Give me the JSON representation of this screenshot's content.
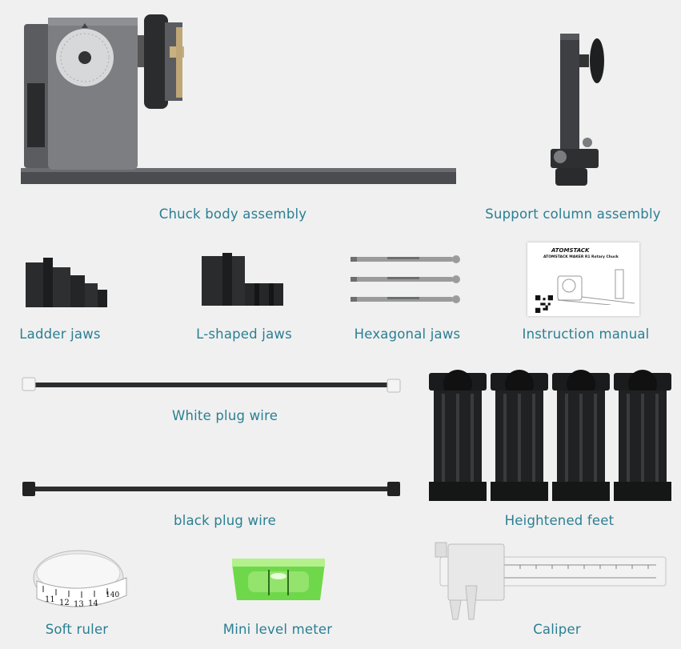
{
  "items": {
    "chuck_body": {
      "label": "Chuck body assembly"
    },
    "support_column": {
      "label": "Support column assembly"
    },
    "ladder_jaws": {
      "label": "Ladder jaws"
    },
    "l_jaws": {
      "label": "L-shaped jaws"
    },
    "hex_jaws": {
      "label": "Hexagonal jaws"
    },
    "manual": {
      "label": "Instruction manual",
      "brand": "ATOMSTACK",
      "subtitle": "ATOMSTACK MAKER R1 Rotary Chuck"
    },
    "white_wire": {
      "label": "White plug wire"
    },
    "black_wire": {
      "label": "black plug wire"
    },
    "feet": {
      "label": "Heightened feet"
    },
    "soft_ruler": {
      "label": "Soft ruler",
      "numbers": [
        "11",
        "12",
        "13",
        "14",
        "140"
      ]
    },
    "level": {
      "label": "Mini level meter"
    },
    "caliper": {
      "label": "Caliper"
    }
  },
  "colors": {
    "label": "#2a7f93",
    "background": "#f0f0f0"
  }
}
